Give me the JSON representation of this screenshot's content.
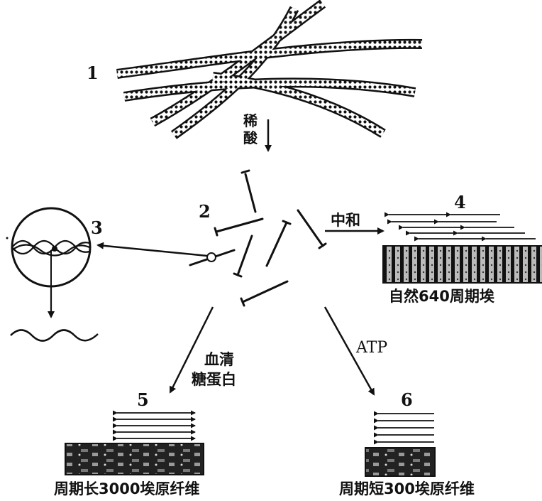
{
  "labels": {
    "n1": "1",
    "n2": "2",
    "n3": "3",
    "n4": "4",
    "n5": "5",
    "n6": "6",
    "dilute_acid": "稀酸",
    "neutralize": "中和",
    "serum_glycoprotein_line1": "血清",
    "serum_glycoprotein_line2": "糖蛋白",
    "atp": "ATP",
    "caption_4": "自然640周期埃",
    "caption_5": "周期长3000埃原纤维",
    "caption_6": "周期短300埃原纤维"
  }
}
